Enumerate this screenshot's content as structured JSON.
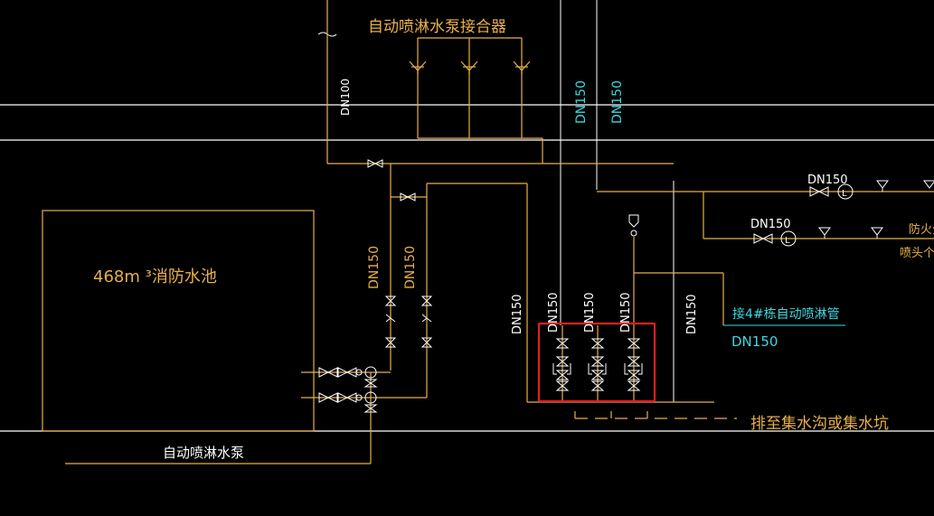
{
  "labels": {
    "connector": "自动喷淋水泵接合器",
    "tank": "468m ³消防水池",
    "pump": "自动喷淋水泵",
    "drain": "排至集水沟或集水坑",
    "connect_to": "接4#栋自动喷淋管",
    "bottom_dn150": "DN150",
    "partial_right_1": "防火分",
    "partial_right_2": "喷头个数"
  },
  "pipe_labels": {
    "dn100": "DN100",
    "dn150": "DN150"
  },
  "colors": {
    "background": "#000000",
    "pipe": "#e8b04a",
    "text_cyan": "#3ed7e0",
    "wall": "#ffffff",
    "highlight": "#e02020",
    "valve_white": "#ffffff"
  }
}
